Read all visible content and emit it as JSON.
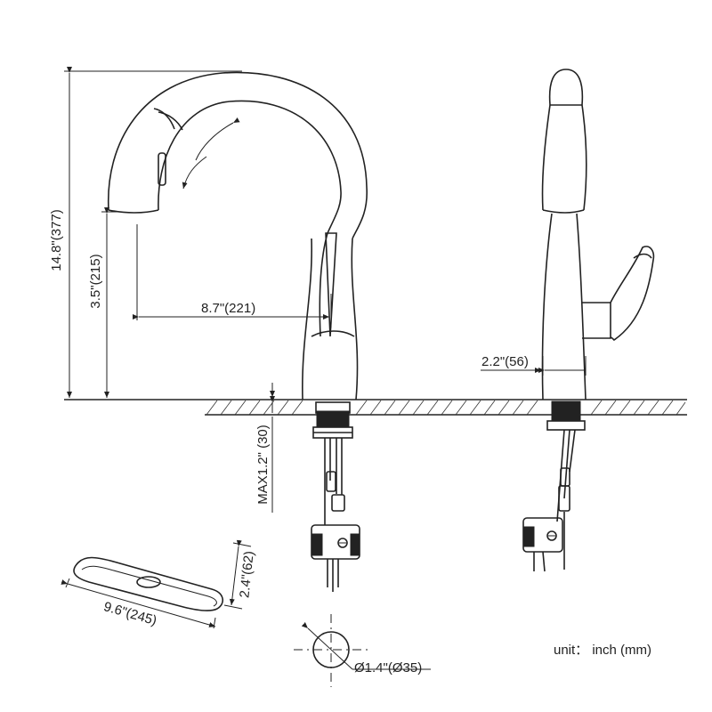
{
  "dimensions": {
    "total_height": "14.8\"(377)",
    "spout_height": "3.5\"(215)",
    "spout_reach": "8.7\"(221)",
    "max_deck_thickness": "MAX1.2\" (30)",
    "base_width": "2.2\"(56)",
    "plate_length": "9.6\"(245)",
    "plate_width": "2.4\"(62)",
    "hole_diameter": "Ø1.4\"(Ø35)"
  },
  "unit_label": "unit： inch (mm)",
  "colors": {
    "line": "#222222",
    "background": "#ffffff"
  }
}
